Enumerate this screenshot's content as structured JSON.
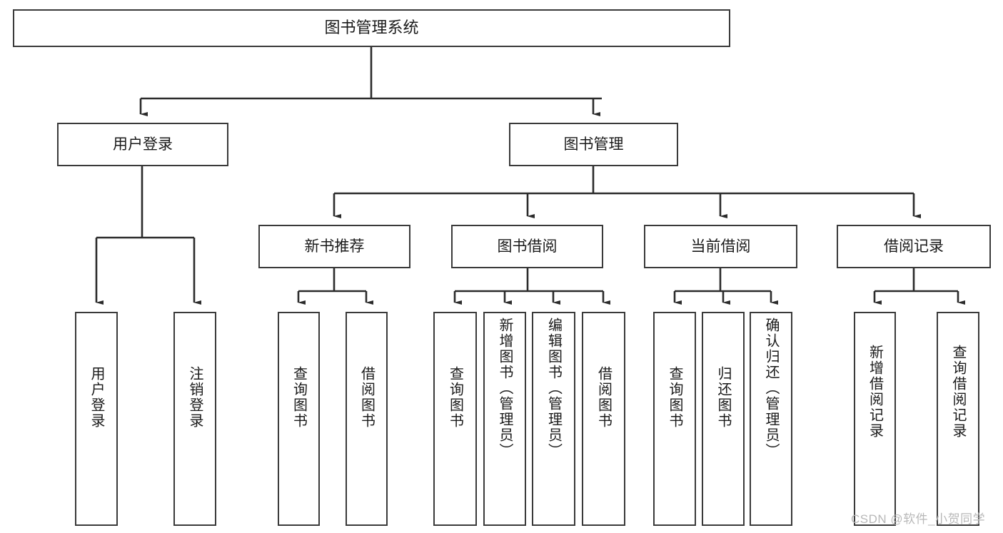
{
  "diagram": {
    "title": "图书管理系统",
    "type": "hierarchy-tree",
    "levels": 3,
    "colors": {
      "box_border": "#3a3a3a",
      "box_fill": "#ffffff",
      "connector": "#2b2b2b",
      "text": "#1a1a1a",
      "watermark": "#b8b8b8",
      "background": "#ffffff"
    },
    "root": {
      "label": "图书管理系统"
    },
    "level2": [
      {
        "id": "user-login",
        "label": "用户登录"
      },
      {
        "id": "book-management",
        "label": "图书管理"
      }
    ],
    "level3": [
      {
        "id": "new-book-recommend",
        "label": "新书推荐"
      },
      {
        "id": "book-borrow",
        "label": "图书借阅"
      },
      {
        "id": "current-borrow",
        "label": "当前借阅"
      },
      {
        "id": "borrow-record",
        "label": "借阅记录"
      }
    ],
    "leaves": {
      "user_login": [
        {
          "id": "user-login-leaf",
          "label": "用户登录"
        },
        {
          "id": "logout-leaf",
          "label": "注销登录"
        }
      ],
      "new_book_recommend": [
        {
          "id": "query-book-1",
          "label": "查询图书"
        },
        {
          "id": "borrow-book-1",
          "label": "借阅图书"
        }
      ],
      "book_borrow": [
        {
          "id": "query-book-2",
          "label": "查询图书"
        },
        {
          "id": "add-book-admin",
          "label": "新增图书（管理员）"
        },
        {
          "id": "edit-book-admin",
          "label": "编辑图书（管理员）"
        },
        {
          "id": "borrow-book-2",
          "label": "借阅图书"
        }
      ],
      "current_borrow": [
        {
          "id": "query-book-3",
          "label": "查询图书"
        },
        {
          "id": "return-book",
          "label": "归还图书"
        },
        {
          "id": "confirm-return-admin",
          "label": "确认归还（管理员）"
        }
      ],
      "borrow_record": [
        {
          "id": "add-borrow-record",
          "label": "新增借阅记录"
        },
        {
          "id": "query-borrow-record",
          "label": "查询借阅记录"
        }
      ]
    }
  },
  "watermark": {
    "text": "CSDN @软件_小贺同学"
  }
}
